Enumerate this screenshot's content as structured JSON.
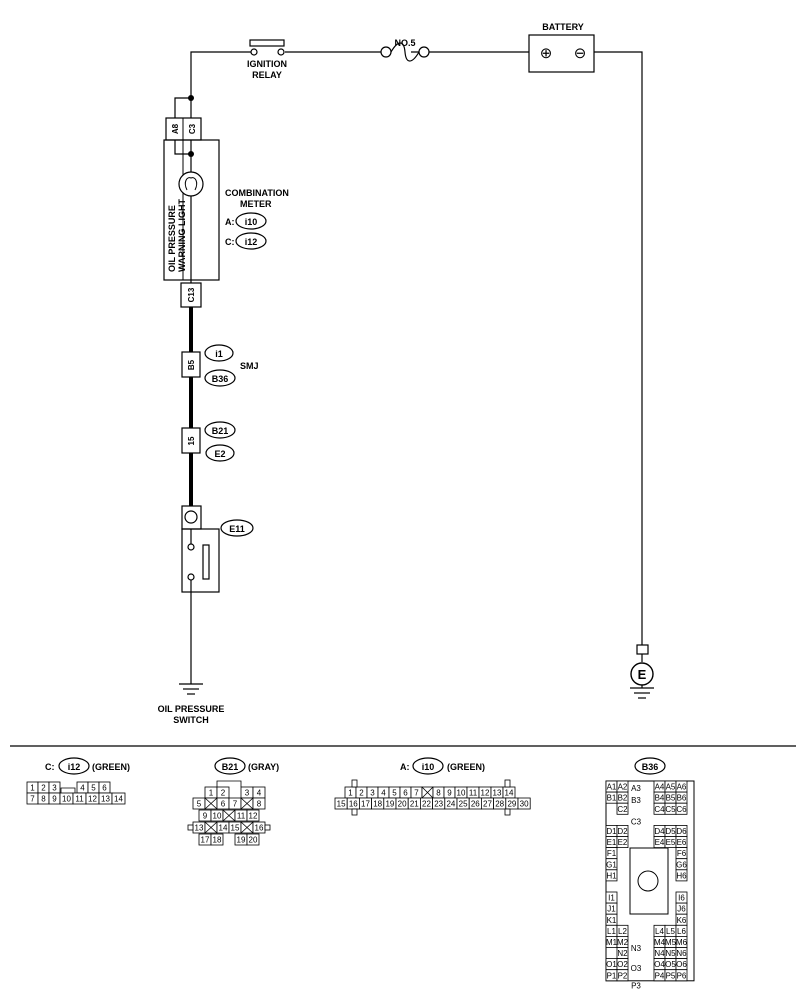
{
  "top": {
    "battery": "BATTERY",
    "battery_plus": "⊕",
    "battery_minus": "⊖",
    "fuse": "NO.5",
    "ignition_relay_1": "IGNITION",
    "ignition_relay_2": "RELAY",
    "combo_meter_1": "COMBINATION",
    "combo_meter_2": "METER",
    "combo_a_prefix": "A:",
    "combo_a_conn": "i10",
    "combo_c_prefix": "C:",
    "combo_c_conn": "i12",
    "oil_light_1": "OIL PRESSURE",
    "oil_light_2": "WARNING LIGHT",
    "pin_a8": "A8",
    "pin_c3": "C3",
    "pin_c13": "C13",
    "pin_b5": "B5",
    "pin_15": "15",
    "smj_conn_1": "i1",
    "smj_conn_2": "B36",
    "smj": "SMJ",
    "b21_conn": "B21",
    "e2_conn": "E2",
    "e11_conn": "E11",
    "switch_1": "OIL PRESSURE",
    "switch_2": "SWITCH",
    "ground_e": "E"
  },
  "connectors": {
    "i12": {
      "prefix": "C:",
      "name": "i12",
      "color": "(GREEN)",
      "row1": [
        "1",
        "2",
        "3",
        "",
        "4",
        "5",
        "6"
      ],
      "row2": [
        "7",
        "8",
        "9",
        "10",
        "11",
        "12",
        "13",
        "14"
      ]
    },
    "b21": {
      "name": "B21",
      "color": "(GRAY)",
      "rows": [
        [
          "1",
          "2",
          "",
          "3",
          "4"
        ],
        [
          "5",
          "X",
          "6",
          "7",
          "X",
          "8"
        ],
        [
          "9",
          "10",
          "X",
          "11",
          "12"
        ],
        [
          "13",
          "X",
          "14",
          "15",
          "X",
          "16"
        ],
        [
          "17",
          "18",
          "",
          "19",
          "20"
        ]
      ]
    },
    "i10": {
      "prefix": "A:",
      "name": "i10",
      "color": "(GREEN)",
      "row1": [
        "1",
        "2",
        "3",
        "4",
        "5",
        "6",
        "7",
        "X",
        "8",
        "9",
        "10",
        "11",
        "12",
        "13",
        "14"
      ],
      "row2": [
        "15",
        "16",
        "17",
        "18",
        "19",
        "20",
        "21",
        "22",
        "23",
        "24",
        "25",
        "26",
        "27",
        "28",
        "29",
        "30"
      ]
    },
    "b36": {
      "name": "B36",
      "left_pins": [
        "A1",
        "A2",
        "B1",
        "B2",
        "C2",
        "D1",
        "D2",
        "E1",
        "E2",
        "F1",
        "G1",
        "H1",
        "I1",
        "J1",
        "K1",
        "L1",
        "L2",
        "M1",
        "M2",
        "N2",
        "O1",
        "O2",
        "P1",
        "P2"
      ],
      "center_pins": [
        "A3",
        "B3",
        "C3",
        "N3",
        "O3",
        "P3"
      ],
      "right_pins": [
        "A4",
        "A5",
        "A6",
        "B4",
        "B5",
        "B6",
        "C4",
        "C5",
        "C6",
        "D4",
        "D5",
        "D6",
        "E4",
        "E5",
        "E6",
        "F6",
        "G6",
        "H6",
        "I6",
        "J6",
        "K6",
        "L4",
        "L5",
        "L6",
        "M4",
        "M5",
        "M6",
        "N4",
        "N5",
        "N6",
        "O4",
        "O5",
        "O6",
        "P4",
        "P5",
        "P6"
      ]
    }
  }
}
